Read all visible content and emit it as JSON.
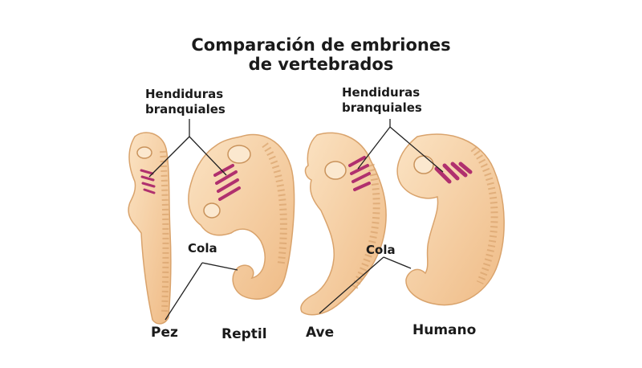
{
  "title": {
    "line1": "Comparación de embriones",
    "line2": "de vertebrados"
  },
  "labels": {
    "gills_left_1": "Hendiduras",
    "gills_left_2": "branquiales",
    "gills_right_1": "Hendiduras",
    "gills_right_2": "branquiales",
    "tail_left": "Cola",
    "tail_right": "Cola"
  },
  "embryos": [
    {
      "name": "Pez"
    },
    {
      "name": "Reptil"
    },
    {
      "name": "Ave"
    },
    {
      "name": "Humano"
    }
  ],
  "colors": {
    "embryo_fill": "#f6cfa0",
    "embryo_edge": "#d9a36c",
    "gill": "#b0306e",
    "line": "#222222"
  }
}
